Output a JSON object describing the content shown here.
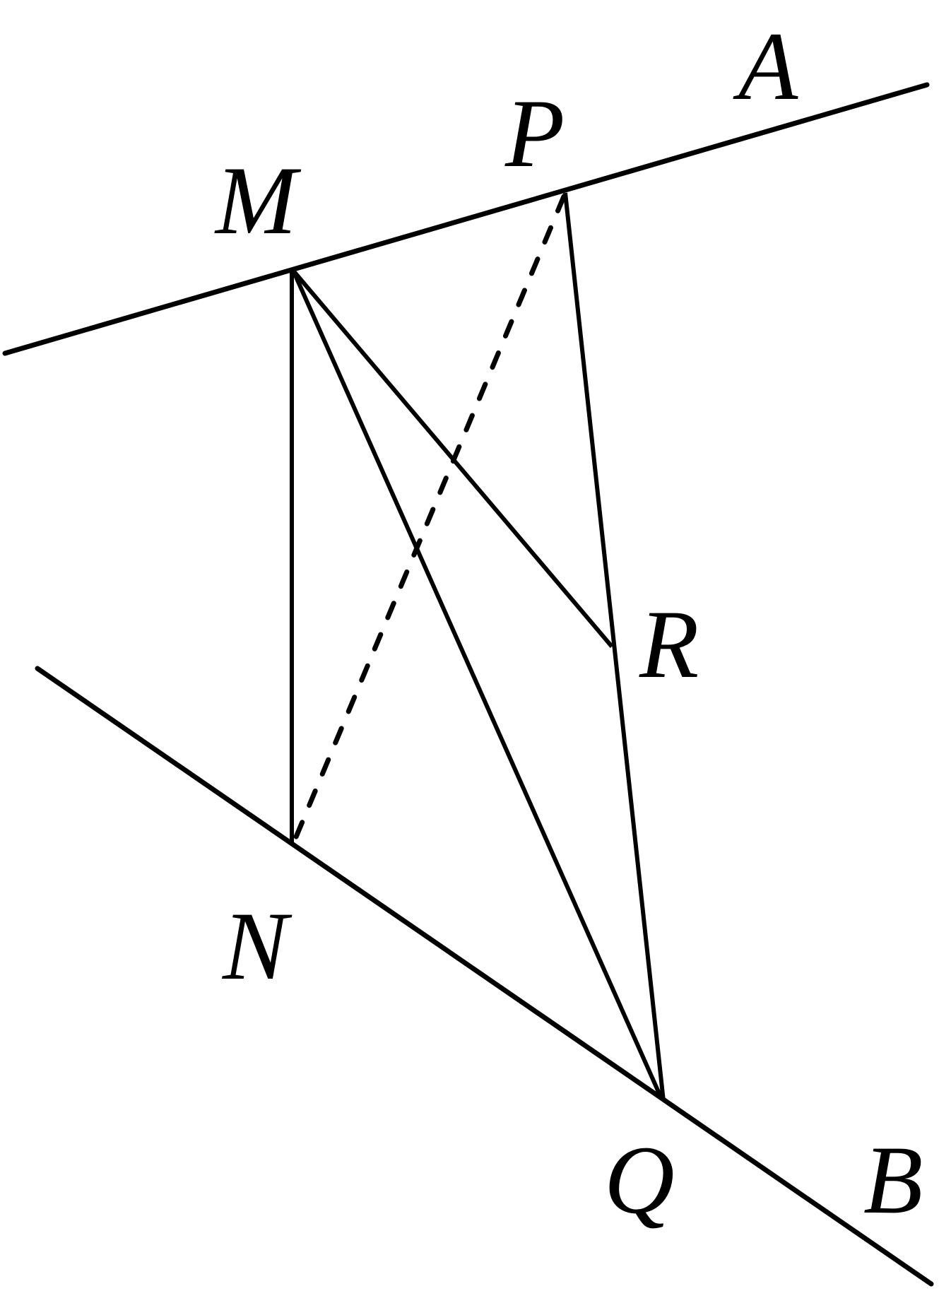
{
  "colors": {
    "ink": "#000000",
    "background": "#ffffff"
  },
  "labels": {
    "A": "A",
    "B": "B",
    "M": "M",
    "N": "N",
    "P": "P",
    "Q": "Q",
    "R": "R"
  },
  "segments": [
    {
      "from": "M",
      "to": "N",
      "style": "solid"
    },
    {
      "from": "M",
      "to": "Q",
      "style": "solid"
    },
    {
      "from": "M",
      "to": "R",
      "style": "solid"
    },
    {
      "from": "P",
      "to": "Q",
      "style": "solid"
    },
    {
      "from": "P",
      "to": "N",
      "style": "dashed"
    }
  ],
  "lines": [
    {
      "name": "line-MA",
      "through": [
        "M",
        "P"
      ],
      "end_label": "A"
    },
    {
      "name": "line-NB",
      "through": [
        "N",
        "Q"
      ],
      "end_label": "B"
    }
  ]
}
